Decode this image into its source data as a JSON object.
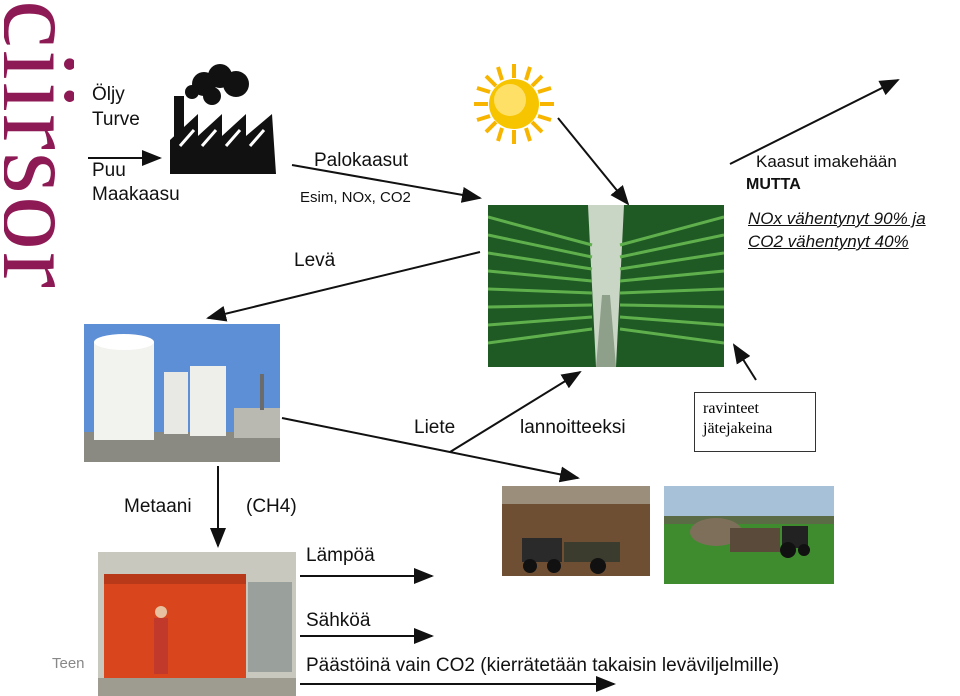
{
  "logo": {
    "text": "ciirsor"
  },
  "labels": {
    "oljy": "Öljy",
    "turve": "Turve",
    "puu": "Puu",
    "maakaasu": "Maakaasu",
    "palokaasut": "Palokaasut",
    "esim": "Esim, NOx, CO2",
    "kaasut": "Kaasut imakehään",
    "mutta": "MUTTA",
    "nox": "NOx vähentynyt 90% ja",
    "co2": "CO2 vähentynyt 40%",
    "leva": "Levä",
    "liete": "Liete",
    "lannoitteeksi": "lannoitteeksi",
    "metaani": "Metaani",
    "ch4": "(CH4)",
    "lampoa": "Lämpöä",
    "sahkoa": "Sähköä",
    "paastoina": "Päästöinä vain CO2 (kierrätetään takaisin leväviljelmille)"
  },
  "box": {
    "line1": "ravinteet",
    "line2": "jätejakeina"
  },
  "footer": "Teen",
  "colors": {
    "logo": "#8e1a55",
    "sun": "#f7c400",
    "algae": "#2f7a34",
    "engine": "#d9451c"
  },
  "icons": [
    "factory-icon",
    "sun-icon"
  ]
}
